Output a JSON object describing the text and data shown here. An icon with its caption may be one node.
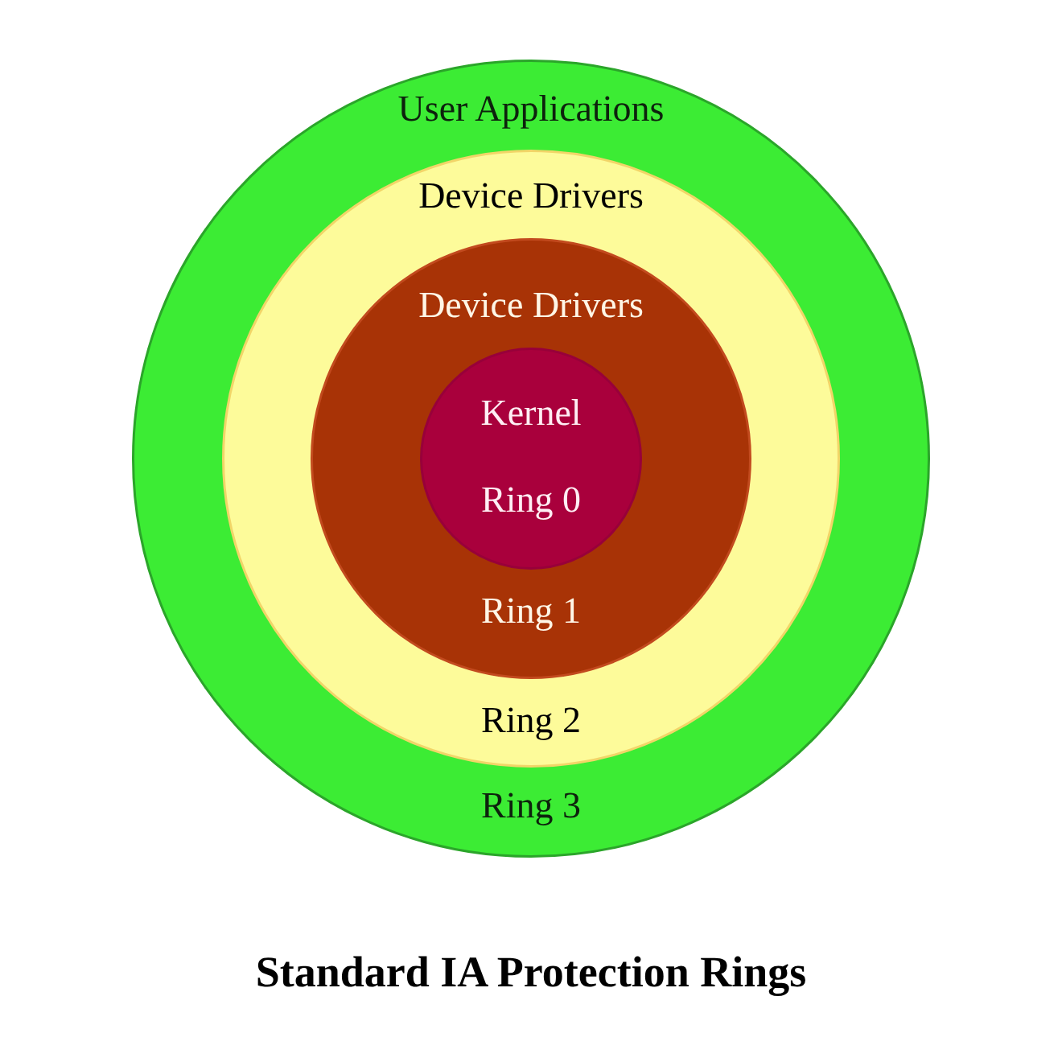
{
  "diagram": {
    "title": "Standard IA Protection Rings",
    "nodes": [
      {
        "text": [
          "User Applications",
          "Ring 3"
        ]
      },
      {
        "text": [
          "Device Drivers",
          "Ring 2"
        ],
        "in": 0
      },
      {
        "text": [
          "Device Drivers",
          "Ring 1"
        ],
        "in": 1
      },
      {
        "text": [
          "Kernel",
          "Ring 0"
        ],
        "in": 2
      }
    ]
  }
}
